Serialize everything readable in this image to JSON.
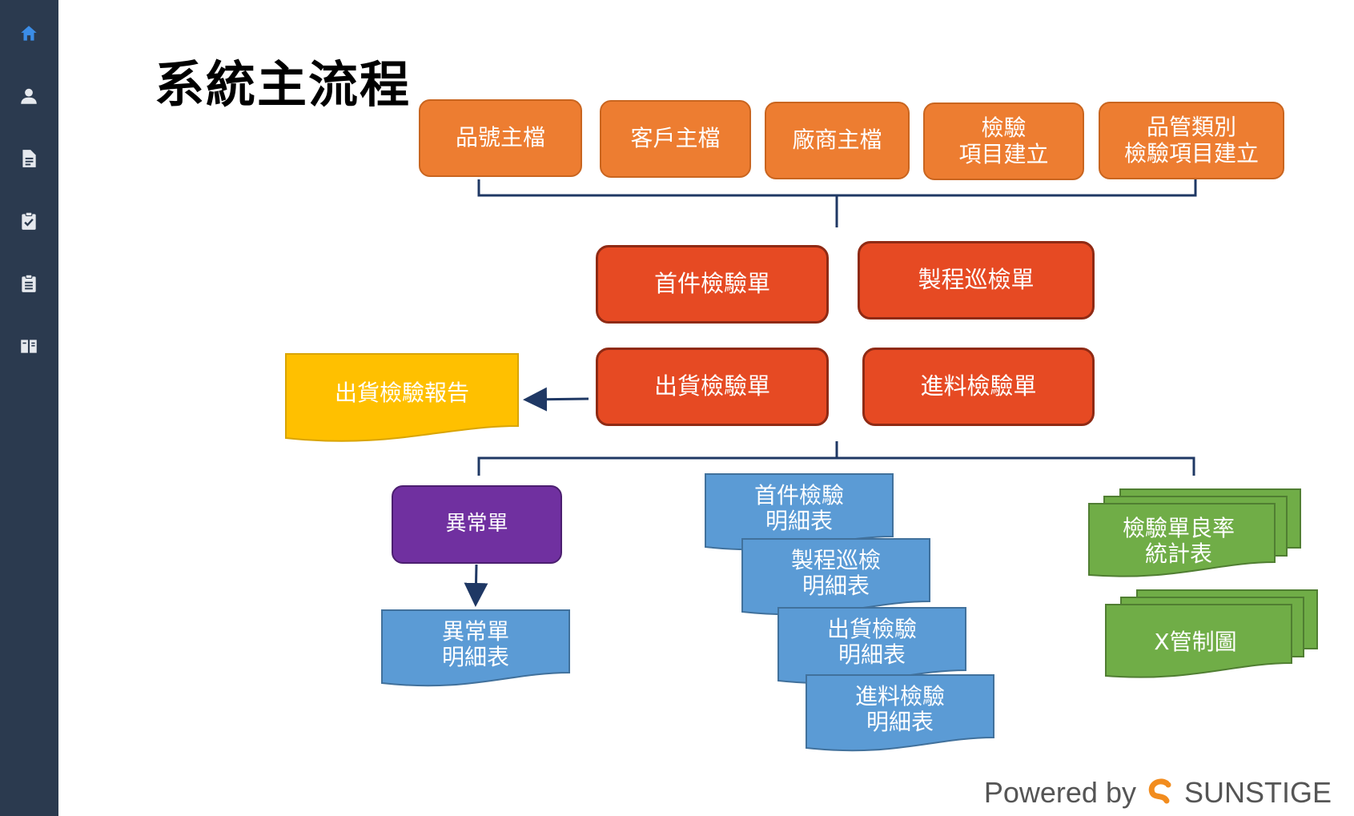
{
  "title": "系統主流程",
  "sidebar": {
    "items": [
      {
        "icon": "home-icon",
        "active": true
      },
      {
        "icon": "user-icon"
      },
      {
        "icon": "document-icon"
      },
      {
        "icon": "clipboard-check-icon"
      },
      {
        "icon": "clipboard-list-icon"
      },
      {
        "icon": "book-icon"
      }
    ]
  },
  "diagram": {
    "master_files": [
      "品號主檔",
      "客戶主檔",
      "廠商主檔",
      "檢驗\n項目建立",
      "品管類別\n檢驗項目建立"
    ],
    "inspection_forms": [
      "首件檢驗單",
      "製程巡檢單",
      "出貨檢驗單",
      "進料檢驗單"
    ],
    "shipping_report": "出貨檢驗報告",
    "exception_form": "異常單",
    "exception_detail": "異常單\n明細表",
    "detail_reports": [
      "首件檢驗\n明細表",
      "製程巡檢\n明細表",
      "出貨檢驗\n明細表",
      "進料檢驗\n明細表"
    ],
    "statistics": [
      "檢驗單良率\n統計表",
      "X管制圖"
    ]
  },
  "footer": {
    "powered_by": "Powered by",
    "brand": "SUNSTIGE"
  },
  "colors": {
    "sidebar": "#2b3a4f",
    "active_icon": "#3b8de8",
    "orange": "#ed7d31",
    "red": "#e64a23",
    "yellow": "#ffc000",
    "purple": "#7030a0",
    "blue": "#5b9bd5",
    "green": "#70ad47",
    "connector": "#1f3864"
  }
}
